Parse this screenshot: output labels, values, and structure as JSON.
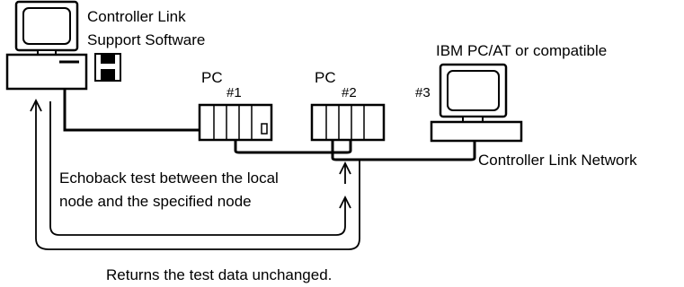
{
  "labels": {
    "software_line1": "Controller Link",
    "software_line2": "Support Software",
    "pc1_label": "PC",
    "pc1_node": "#1",
    "pc2_label": "PC",
    "pc2_node": "#2",
    "ibm_label": "IBM PC/AT or compatible",
    "ibm_node": "#3",
    "network_label": "Controller Link Network",
    "echo_line1": "Echoback test between the local",
    "echo_line2": "node and the specified node",
    "return_label": "Returns the test data unchanged."
  },
  "colors": {
    "stroke": "#000000",
    "background": "#ffffff"
  }
}
